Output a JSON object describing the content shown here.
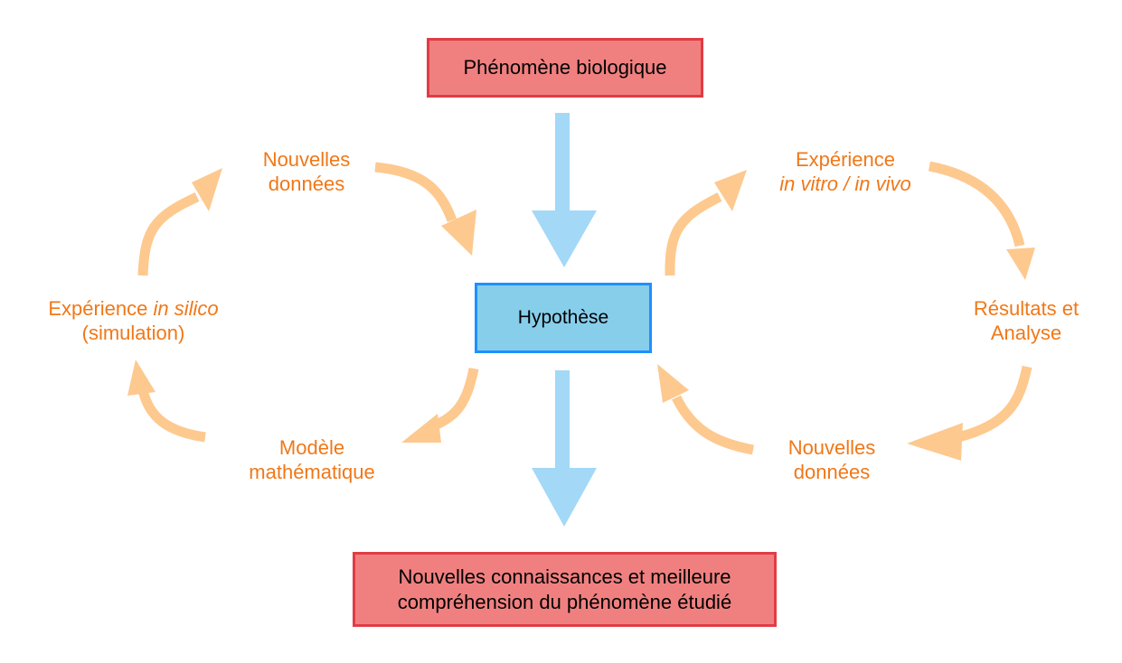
{
  "boxes": {
    "top": "Phénomène biologique",
    "hypothesis": "Hypothèse",
    "bottom_line1": "Nouvelles connaissances et meilleure",
    "bottom_line2": "compréhension du phénomène étudié"
  },
  "left_cycle": {
    "new_data_line1": "Nouvelles",
    "new_data_line2": "données",
    "in_silico_prefix": "Expérience ",
    "in_silico_italic": "in silico",
    "in_silico_line2": "(simulation)",
    "model_line1": "Modèle",
    "model_line2": "mathématique"
  },
  "right_cycle": {
    "experiment_line1": "Expérience",
    "experiment_line2_italic": "in vitro / in vivo",
    "results_line1": "Résultats et",
    "results_line2": "Analyse",
    "new_data_line1": "Nouvelles",
    "new_data_line2": "données"
  },
  "colors": {
    "box_red_fill": "#f08080",
    "box_red_border": "#e03c45",
    "box_blue_fill": "#87ceeb",
    "box_blue_border": "#1e90ff",
    "label_orange": "#f07818",
    "main_arrow": "#a3d8f7",
    "cycle_arrow": "#fdc98f"
  }
}
